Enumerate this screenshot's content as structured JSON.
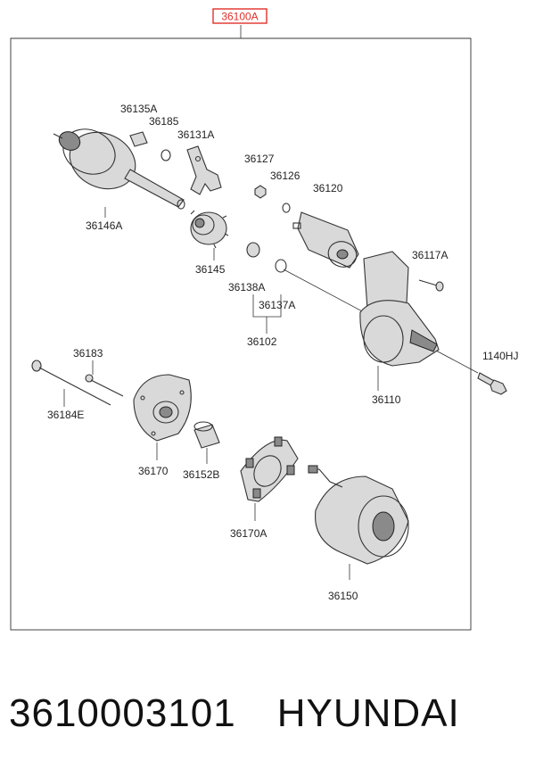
{
  "assembly_label": "36100A",
  "part_labels": {
    "p36135A": "36135A",
    "p36185": "36185",
    "p36131A": "36131A",
    "p36127": "36127",
    "p36126": "36126",
    "p36120": "36120",
    "p36146A": "36146A",
    "p36145": "36145",
    "p36138A": "36138A",
    "p36137A": "36137A",
    "p36102": "36102",
    "p36117A": "36117A",
    "p1140HJ": "1140HJ",
    "p36183": "36183",
    "p36184E": "36184E",
    "p36110": "36110",
    "p36170": "36170",
    "p36152B": "36152B",
    "p36170A": "36170A",
    "p36150": "36150"
  },
  "caption": {
    "part_number": "3610003101",
    "brand": "HYUNDAI"
  },
  "colors": {
    "highlight": "#e0302a",
    "line": "#333333"
  }
}
